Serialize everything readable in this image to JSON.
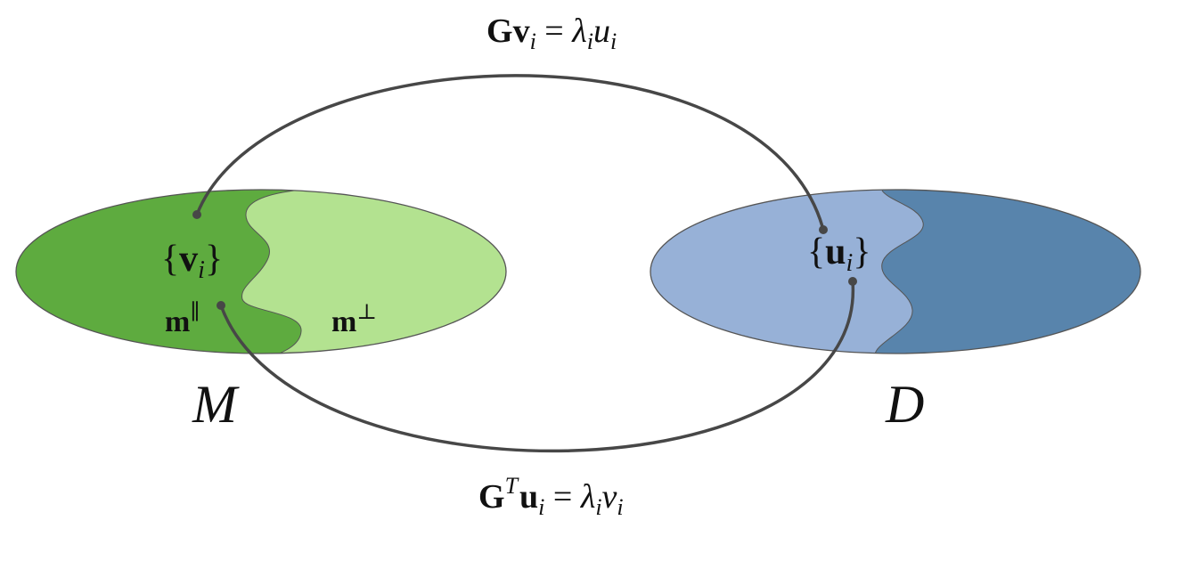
{
  "top_equation": {
    "G": "G",
    "v": "v",
    "i1": "i",
    "eq": " = ",
    "lambda": "λ",
    "i2": "i",
    "u": "u",
    "i3": "i"
  },
  "bottom_equation": {
    "G": "G",
    "T": "T",
    "u": "u",
    "i1": "i",
    "eq": " = ",
    "lambda": "λ",
    "i2": "i",
    "v": "v",
    "i3": "i"
  },
  "model_space": {
    "set_open": "{",
    "set_vector": "v",
    "set_index": "i",
    "set_close": "}",
    "m_parallel": "m",
    "parallel_sup": "∥",
    "m_perp": "m",
    "perp_sup": "⊥",
    "label": "M"
  },
  "data_space": {
    "set_open": "{",
    "set_vector": "u",
    "set_index": "i",
    "set_close": "}",
    "label": "D"
  },
  "colors": {
    "model_dark": "#5eab3f",
    "model_light": "#b3e290",
    "data_light": "#97b1d7",
    "data_dark": "#5884ac",
    "arc": "#474747",
    "outline": "#555555"
  }
}
